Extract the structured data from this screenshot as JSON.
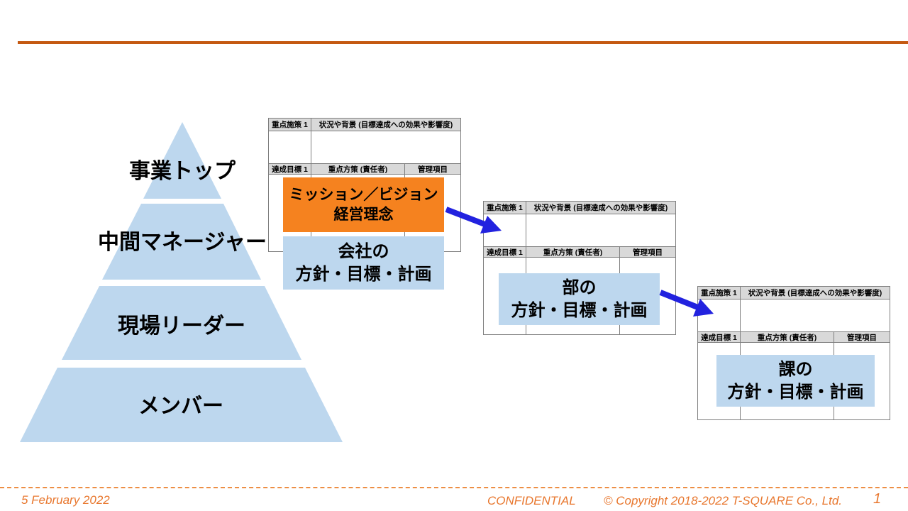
{
  "slide": {
    "background": "#FFFFFF",
    "accent_rule_color": "#C45911"
  },
  "pyramid": {
    "fill": "#BDD7EE",
    "levels": [
      {
        "label": "事業トップ"
      },
      {
        "label": "中間マネージャー"
      },
      {
        "label": "現場リーダー"
      },
      {
        "label": "メンバー"
      }
    ]
  },
  "hoshin_table": {
    "instances": 3,
    "top_row": [
      "重点施策 1",
      "状況や背景 (目標達成への効果や影響度)"
    ],
    "mid_row": [
      "達成目標 1",
      "重点方策 (責任者)",
      "管理項目"
    ],
    "header_bg": "#D9D9D9",
    "border_color": "#7F7F7F"
  },
  "boxes": {
    "mission": {
      "line1": "ミッション／ビジョン",
      "line2": "経営理念",
      "bg": "#F5821F"
    },
    "company": {
      "line1": "会社の",
      "line2": "方針・目標・計画",
      "bg": "#BDD7EE"
    },
    "division": {
      "line1": "部の",
      "line2": "方針・目標・計画",
      "bg": "#BDD7EE"
    },
    "section": {
      "line1": "課の",
      "line2": "方針・目標・計画",
      "bg": "#BDD7EE"
    }
  },
  "arrows": {
    "color": "#2222DF",
    "count": 2
  },
  "footer": {
    "date": "5 February 2022",
    "confidential": "CONFIDENTIAL",
    "copyright": "© Copyright 2018-2022 T-SQUARE Co., Ltd.",
    "page_number": "1",
    "text_color": "#E8772E",
    "dashed_rule_color": "#ED8E44"
  }
}
